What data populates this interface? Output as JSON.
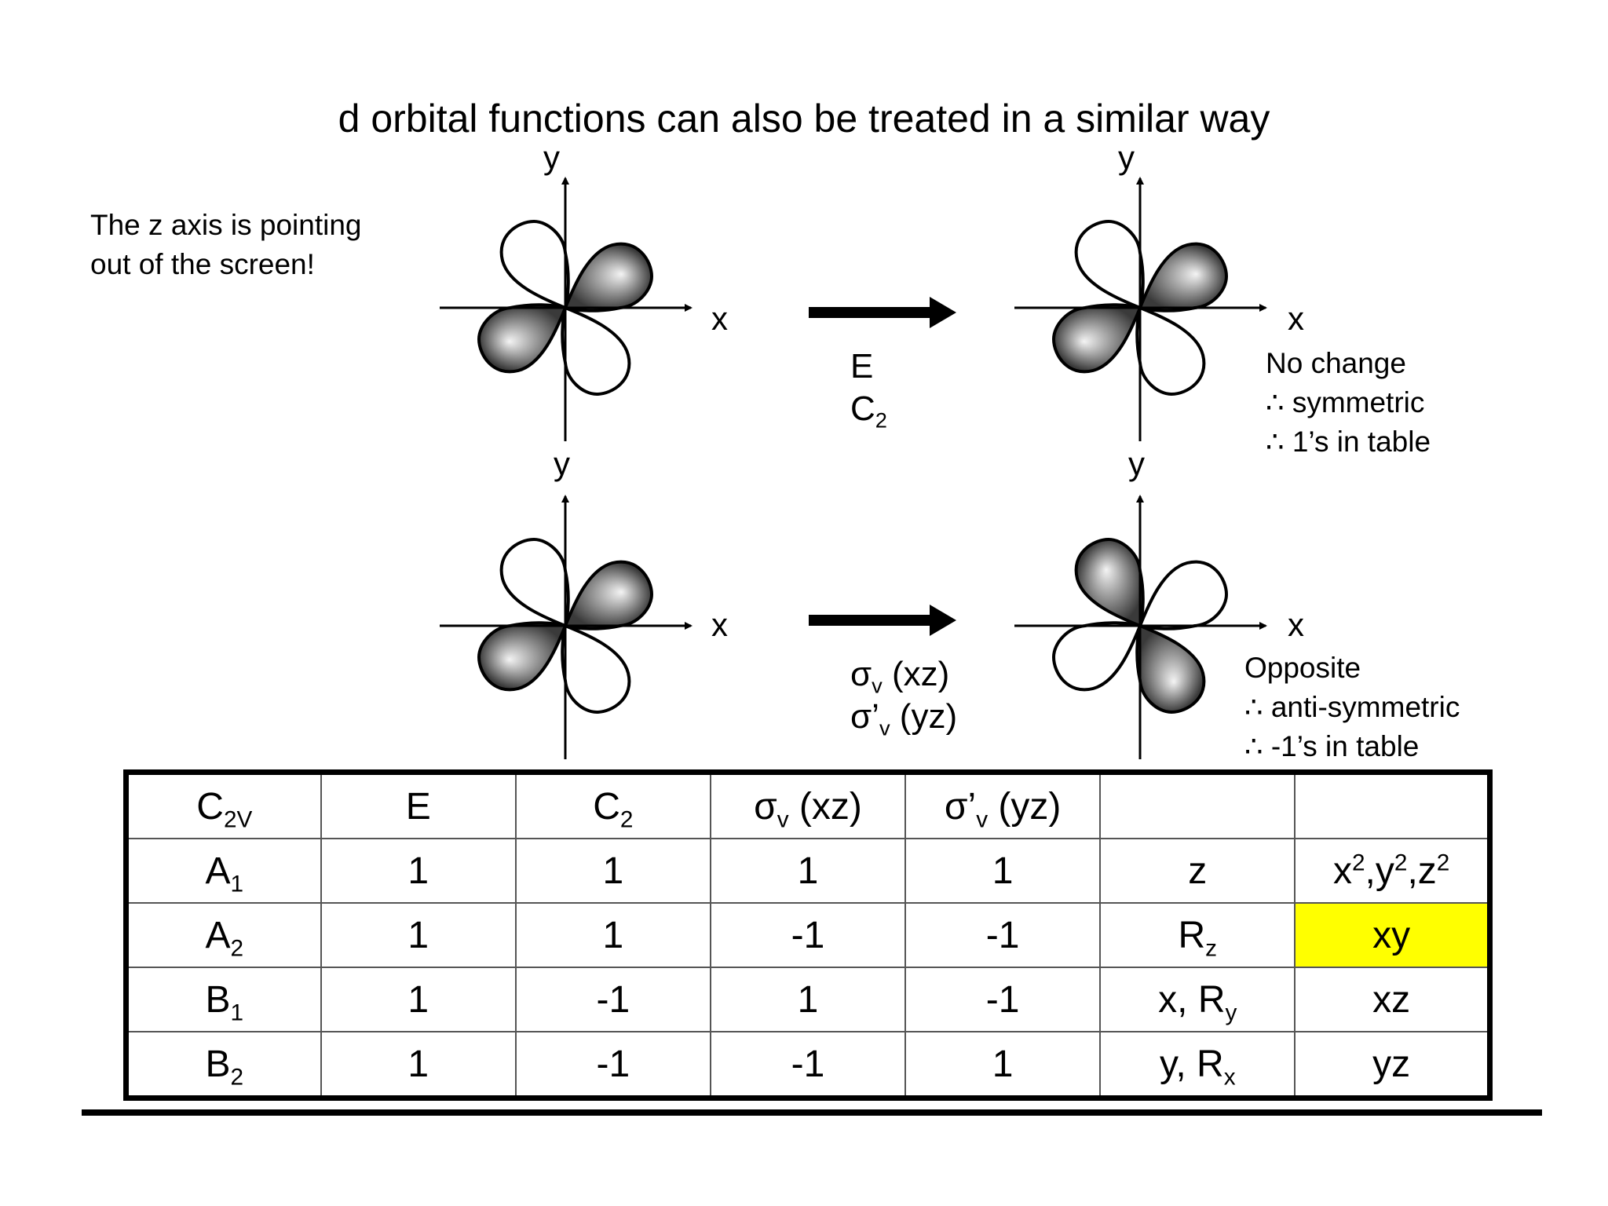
{
  "title": "d orbital functions can also be treated in a similar way",
  "note": [
    "The z axis is pointing",
    "out of the screen!"
  ],
  "axes": {
    "x": "x",
    "y": "y"
  },
  "rows": [
    {
      "operations": [
        {
          "base": "E",
          "sub": ""
        },
        {
          "base": "C",
          "sub": "2"
        }
      ],
      "result": [
        "No change",
        "∴ symmetric",
        "∴ 1’s in table"
      ]
    },
    {
      "operations": [
        {
          "base": "σ",
          "sub": "v",
          "arg": " (xz)"
        },
        {
          "base": "σ’",
          "sub": "v",
          "arg": " (yz)"
        }
      ],
      "result": [
        "Opposite",
        "∴ anti-symmetric",
        "∴ -1’s in table"
      ]
    }
  ],
  "character_table": {
    "header": [
      {
        "b": "C",
        "s": "2V"
      },
      {
        "b": "E"
      },
      {
        "b": "C",
        "s": "2"
      },
      {
        "b": "σ",
        "s": "v",
        "t": " (xz)"
      },
      {
        "b": "σ’",
        "s": "v",
        "t": " (yz)"
      },
      {
        "b": ""
      },
      {
        "b": ""
      }
    ],
    "rows": [
      [
        {
          "b": "A",
          "s": "1"
        },
        {
          "b": "1"
        },
        {
          "b": "1"
        },
        {
          "b": "1"
        },
        {
          "b": "1"
        },
        {
          "b": "z"
        },
        {
          "parts": [
            {
              "b": "x",
              "p": "2"
            },
            {
              "b": ",y",
              "p": "2"
            },
            {
              "b": ",z",
              "p": "2"
            }
          ]
        }
      ],
      [
        {
          "b": "A",
          "s": "2"
        },
        {
          "b": "1"
        },
        {
          "b": "1"
        },
        {
          "b": "-1"
        },
        {
          "b": "-1"
        },
        {
          "b": "R",
          "s": "z"
        },
        {
          "b": "xy",
          "highlight": true
        }
      ],
      [
        {
          "b": "B",
          "s": "1"
        },
        {
          "b": "1"
        },
        {
          "b": "-1"
        },
        {
          "b": "1"
        },
        {
          "b": "-1"
        },
        {
          "b": "x, R",
          "s": "y"
        },
        {
          "b": "xz"
        }
      ],
      [
        {
          "b": "B",
          "s": "2"
        },
        {
          "b": "1"
        },
        {
          "b": "-1"
        },
        {
          "b": "-1"
        },
        {
          "b": "1"
        },
        {
          "b": "y, R",
          "s": "x"
        },
        {
          "b": "yz"
        }
      ]
    ]
  },
  "colors": {
    "highlight": "#ffff00",
    "lobe_shade_dark": "#3a3a3a",
    "lobe_shade_light": "#f4f4f4"
  }
}
